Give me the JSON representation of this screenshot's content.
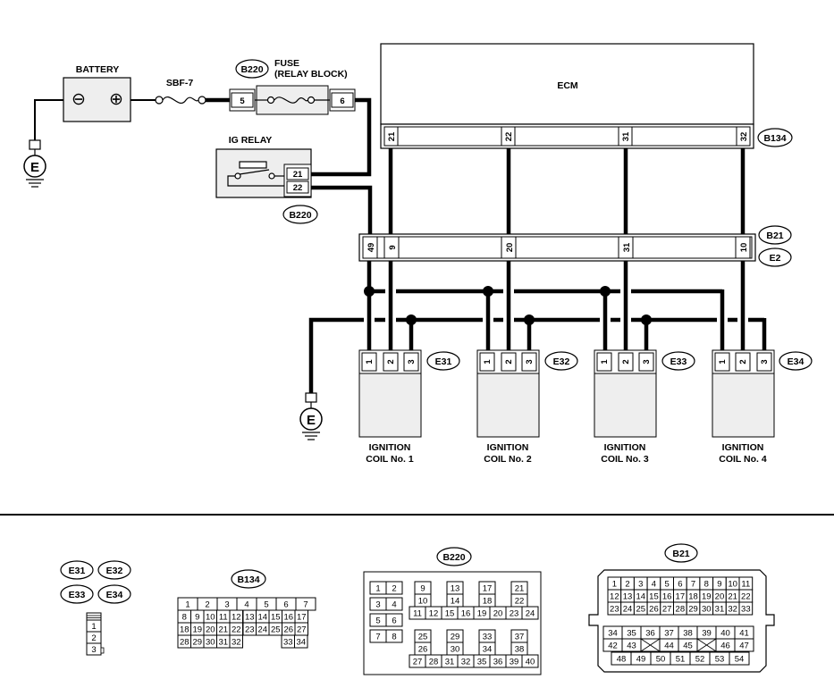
{
  "battery": {
    "label": "BATTERY",
    "minus": "⊖",
    "plus": "⊕"
  },
  "sbf": {
    "label": "SBF-7"
  },
  "fuse": {
    "label_line1": "FUSE",
    "label_line2": "(RELAY BLOCK)",
    "connector": "B220",
    "pin_in": "5",
    "pin_out": "6"
  },
  "ground": {
    "symbol": "E"
  },
  "ecm": {
    "label": "ECM",
    "connector": "B134",
    "pins": [
      "21",
      "22",
      "31",
      "32"
    ]
  },
  "ig_relay": {
    "label": "IG RELAY",
    "connector": "B220",
    "pins": [
      "21",
      "22"
    ]
  },
  "harness": {
    "connector_top": "B21",
    "connector_bottom": "E2",
    "pins": [
      "49",
      "9",
      "20",
      "31",
      "10"
    ]
  },
  "coils": [
    {
      "connector": "E31",
      "line1": "IGNITION",
      "line2": "COIL No. 1",
      "pins": [
        "1",
        "2",
        "3"
      ]
    },
    {
      "connector": "E32",
      "line1": "IGNITION",
      "line2": "COIL No. 2",
      "pins": [
        "1",
        "2",
        "3"
      ]
    },
    {
      "connector": "E33",
      "line1": "IGNITION",
      "line2": "COIL No. 3",
      "pins": [
        "1",
        "2",
        "3"
      ]
    },
    {
      "connector": "E34",
      "line1": "IGNITION",
      "line2": "COIL No. 4",
      "pins": [
        "1",
        "2",
        "3"
      ]
    }
  ],
  "legend": {
    "coil_ovals": [
      "E31",
      "E32",
      "E33",
      "E34"
    ],
    "coil_pins": [
      "1",
      "2",
      "3"
    ],
    "b134": {
      "name": "B134",
      "rows": [
        [
          "1",
          "2",
          "3",
          "4",
          "5",
          "6",
          "7"
        ],
        [
          "8",
          "9",
          "10",
          "11",
          "12",
          "13",
          "14",
          "15",
          "16",
          "17"
        ],
        [
          "18",
          "19",
          "20",
          "21",
          "22",
          "23",
          "24",
          "25",
          "26",
          "27"
        ],
        [
          "28",
          "29",
          "30",
          "31",
          "32",
          "33",
          "34"
        ]
      ]
    },
    "b220": {
      "name": "B220",
      "pins": [
        "1",
        "2",
        "3",
        "4",
        "5",
        "6",
        "7",
        "8",
        "9",
        "10",
        "11",
        "12",
        "13",
        "14",
        "15",
        "16",
        "17",
        "18",
        "19",
        "20",
        "21",
        "22",
        "23",
        "24",
        "25",
        "26",
        "27",
        "28",
        "29",
        "30",
        "31",
        "32",
        "33",
        "34",
        "35",
        "36",
        "37",
        "38",
        "39",
        "40"
      ]
    },
    "b21": {
      "name": "B21",
      "rows": [
        [
          "1",
          "2",
          "3",
          "4",
          "5",
          "6",
          "7",
          "8",
          "9",
          "10",
          "11"
        ],
        [
          "12",
          "13",
          "14",
          "15",
          "16",
          "17",
          "18",
          "19",
          "20",
          "21",
          "22"
        ],
        [
          "23",
          "24",
          "25",
          "26",
          "27",
          "28",
          "29",
          "30",
          "31",
          "32",
          "33"
        ],
        [
          "34",
          "35",
          "36",
          "37",
          "38",
          "39",
          "40",
          "41"
        ],
        [
          "42",
          "43",
          "44",
          "45",
          "46",
          "47"
        ],
        [
          "48",
          "49",
          "50",
          "51",
          "52",
          "53",
          "54"
        ]
      ]
    }
  }
}
